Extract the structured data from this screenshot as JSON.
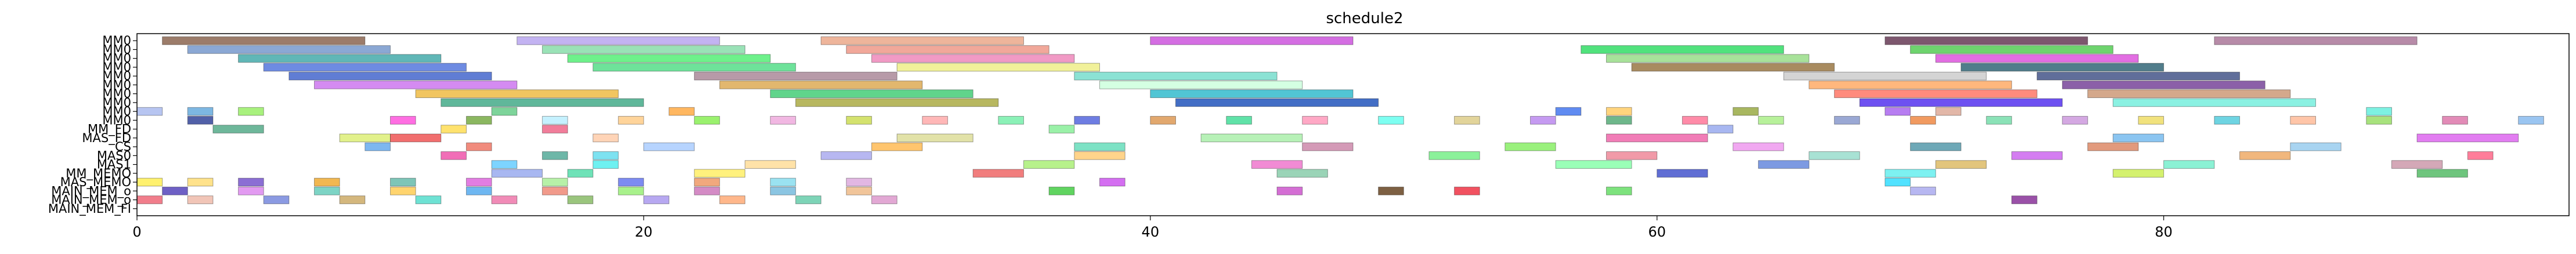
{
  "chart_data": {
    "type": "bar",
    "subtype": "gantt",
    "title": "schedule2",
    "xlabel": "",
    "ylabel": "",
    "xlim": [
      0,
      96
    ],
    "x_ticks": [
      0,
      20,
      40,
      60,
      80
    ],
    "grid": false,
    "legend": "none",
    "rows": [
      "MM0",
      "MM0",
      "MM0",
      "MM0",
      "MM0",
      "MM0",
      "MM0",
      "MM0",
      "MM0",
      "MM0",
      "MM_FD",
      "MAS_FD",
      "CS",
      "MAS0",
      "MAS1",
      "MM_MEMO",
      "MAS_MEMO",
      "MAIN_MEM_o",
      "MAIN_MEM_o",
      "MAIN_MEM_FI"
    ],
    "tasks": [
      {
        "row": 0,
        "start": 1,
        "end": 9,
        "color": "#8b6550"
      },
      {
        "row": 0,
        "start": 15,
        "end": 23,
        "color": "#b8a6f0"
      },
      {
        "row": 0,
        "start": 27,
        "end": 35,
        "color": "#eba889"
      },
      {
        "row": 0,
        "start": 40,
        "end": 48,
        "color": "#cc55dd"
      },
      {
        "row": 0,
        "start": 69,
        "end": 77,
        "color": "#663a55"
      },
      {
        "row": 0,
        "start": 82,
        "end": 90,
        "color": "#aa7799"
      },
      {
        "row": 1,
        "start": 2,
        "end": 10,
        "color": "#7799cc"
      },
      {
        "row": 1,
        "start": 16,
        "end": 24,
        "color": "#88ddaa"
      },
      {
        "row": 1,
        "start": 28,
        "end": 36,
        "color": "#ee9988"
      },
      {
        "row": 1,
        "start": 57,
        "end": 65,
        "color": "#33dd66"
      },
      {
        "row": 1,
        "start": 70,
        "end": 78,
        "color": "#55cc55"
      },
      {
        "row": 2,
        "start": 4,
        "end": 12,
        "color": "#44aaaa"
      },
      {
        "row": 2,
        "start": 17,
        "end": 25,
        "color": "#55ee77"
      },
      {
        "row": 2,
        "start": 29,
        "end": 37,
        "color": "#ee88bb"
      },
      {
        "row": 2,
        "start": 58,
        "end": 66,
        "color": "#99dd88"
      },
      {
        "row": 2,
        "start": 71,
        "end": 79,
        "color": "#dd55dd"
      },
      {
        "row": 3,
        "start": 5,
        "end": 13,
        "color": "#5577dd"
      },
      {
        "row": 3,
        "start": 18,
        "end": 26,
        "color": "#55dd88"
      },
      {
        "row": 3,
        "start": 30,
        "end": 38,
        "color": "#eeee88"
      },
      {
        "row": 3,
        "start": 59,
        "end": 67,
        "color": "#997744"
      },
      {
        "row": 3,
        "start": 72,
        "end": 80,
        "color": "#336677"
      },
      {
        "row": 4,
        "start": 6,
        "end": 14,
        "color": "#4466cc"
      },
      {
        "row": 4,
        "start": 22,
        "end": 30,
        "color": "#aa8899"
      },
      {
        "row": 4,
        "start": 37,
        "end": 45,
        "color": "#77ddcc"
      },
      {
        "row": 4,
        "start": 65,
        "end": 73,
        "color": "#cccccc"
      },
      {
        "row": 4,
        "start": 75,
        "end": 83,
        "color": "#445588"
      },
      {
        "row": 5,
        "start": 7,
        "end": 15,
        "color": "#cc77ee"
      },
      {
        "row": 5,
        "start": 23,
        "end": 31,
        "color": "#ddaa55"
      },
      {
        "row": 5,
        "start": 38,
        "end": 46,
        "color": "#ccffdd"
      },
      {
        "row": 5,
        "start": 66,
        "end": 74,
        "color": "#ffaa66"
      },
      {
        "row": 5,
        "start": 76,
        "end": 84,
        "color": "#774499"
      },
      {
        "row": 6,
        "start": 11,
        "end": 19,
        "color": "#eebb44"
      },
      {
        "row": 6,
        "start": 25,
        "end": 33,
        "color": "#44cc77"
      },
      {
        "row": 6,
        "start": 40,
        "end": 48,
        "color": "#33bbcc"
      },
      {
        "row": 6,
        "start": 67,
        "end": 75,
        "color": "#ff7766"
      },
      {
        "row": 6,
        "start": 77,
        "end": 85,
        "color": "#cc9977"
      },
      {
        "row": 7,
        "start": 12,
        "end": 20,
        "color": "#44aa88"
      },
      {
        "row": 7,
        "start": 26,
        "end": 34,
        "color": "#aaaa44"
      },
      {
        "row": 7,
        "start": 41,
        "end": 49,
        "color": "#2255bb"
      },
      {
        "row": 7,
        "start": 68,
        "end": 76,
        "color": "#5533ee"
      },
      {
        "row": 7,
        "start": 78,
        "end": 86,
        "color": "#77eedd"
      },
      {
        "row": 8,
        "start": 0,
        "end": 1,
        "color": "#aabbee"
      },
      {
        "row": 8,
        "start": 2,
        "end": 3,
        "color": "#66aadd"
      },
      {
        "row": 8,
        "start": 4,
        "end": 5,
        "color": "#99ee66"
      },
      {
        "row": 8,
        "start": 14,
        "end": 15,
        "color": "#66cc88"
      },
      {
        "row": 8,
        "start": 21,
        "end": 22,
        "color": "#ffaa44"
      },
      {
        "row": 8,
        "start": 56,
        "end": 57,
        "color": "#4477ee"
      },
      {
        "row": 8,
        "start": 58,
        "end": 59,
        "color": "#ffcc66"
      },
      {
        "row": 8,
        "start": 63,
        "end": 64,
        "color": "#99aa44"
      },
      {
        "row": 8,
        "start": 69,
        "end": 70,
        "color": "#aa66ee"
      },
      {
        "row": 8,
        "start": 71,
        "end": 72,
        "color": "#ddaa99"
      },
      {
        "row": 8,
        "start": 88,
        "end": 89,
        "color": "#66eedd"
      },
      {
        "row": 9,
        "start": 2,
        "end": 3,
        "color": "#334499"
      },
      {
        "row": 9,
        "start": 10,
        "end": 11,
        "color": "#ff55dd"
      },
      {
        "row": 9,
        "start": 13,
        "end": 14,
        "color": "#77aa44"
      },
      {
        "row": 9,
        "start": 16,
        "end": 17,
        "color": "#bbeeff"
      },
      {
        "row": 9,
        "start": 19,
        "end": 20,
        "color": "#ffcc88"
      },
      {
        "row": 9,
        "start": 22,
        "end": 23,
        "color": "#88ee55"
      },
      {
        "row": 9,
        "start": 25,
        "end": 26,
        "color": "#eeaadd"
      },
      {
        "row": 9,
        "start": 28,
        "end": 29,
        "color": "#ccdd55"
      },
      {
        "row": 9,
        "start": 31,
        "end": 32,
        "color": "#ffaaaa"
      },
      {
        "row": 9,
        "start": 34,
        "end": 35,
        "color": "#77eeaa"
      },
      {
        "row": 9,
        "start": 37,
        "end": 38,
        "color": "#5566dd"
      },
      {
        "row": 9,
        "start": 40,
        "end": 41,
        "color": "#dd9955"
      },
      {
        "row": 9,
        "start": 43,
        "end": 44,
        "color": "#44dd99"
      },
      {
        "row": 9,
        "start": 46,
        "end": 47,
        "color": "#ff99bb"
      },
      {
        "row": 9,
        "start": 49,
        "end": 50,
        "color": "#66ffee"
      },
      {
        "row": 9,
        "start": 52,
        "end": 53,
        "color": "#ddcc88"
      },
      {
        "row": 9,
        "start": 55,
        "end": 56,
        "color": "#bb88ee"
      },
      {
        "row": 9,
        "start": 58,
        "end": 59,
        "color": "#55aa77"
      },
      {
        "row": 9,
        "start": 61,
        "end": 62,
        "color": "#ff7799"
      },
      {
        "row": 9,
        "start": 64,
        "end": 65,
        "color": "#aaee88"
      },
      {
        "row": 9,
        "start": 67,
        "end": 68,
        "color": "#8899cc"
      },
      {
        "row": 9,
        "start": 70,
        "end": 71,
        "color": "#ee8844"
      },
      {
        "row": 9,
        "start": 73,
        "end": 74,
        "color": "#77ddaa"
      },
      {
        "row": 9,
        "start": 76,
        "end": 77,
        "color": "#cc99dd"
      },
      {
        "row": 9,
        "start": 79,
        "end": 80,
        "color": "#eedd66"
      },
      {
        "row": 9,
        "start": 82,
        "end": 83,
        "color": "#55ccdd"
      },
      {
        "row": 9,
        "start": 85,
        "end": 86,
        "color": "#ffbb99"
      },
      {
        "row": 9,
        "start": 88,
        "end": 89,
        "color": "#99dd66"
      },
      {
        "row": 9,
        "start": 91,
        "end": 92,
        "color": "#dd77aa"
      },
      {
        "row": 9,
        "start": 94,
        "end": 95,
        "color": "#88bbee"
      },
      {
        "row": 10,
        "start": 3,
        "end": 5,
        "color": "#55aa88"
      },
      {
        "row": 10,
        "start": 12,
        "end": 13,
        "color": "#ffdd55"
      },
      {
        "row": 10,
        "start": 16,
        "end": 17,
        "color": "#ee6688"
      },
      {
        "row": 10,
        "start": 36,
        "end": 37,
        "color": "#88ee99"
      },
      {
        "row": 10,
        "start": 62,
        "end": 63,
        "color": "#99aaee"
      },
      {
        "row": 11,
        "start": 8,
        "end": 10,
        "color": "#ddee77"
      },
      {
        "row": 11,
        "start": 10,
        "end": 12,
        "color": "#ee5555"
      },
      {
        "row": 11,
        "start": 18,
        "end": 19,
        "color": "#ffccaa"
      },
      {
        "row": 11,
        "start": 30,
        "end": 33,
        "color": "#dddd99"
      },
      {
        "row": 11,
        "start": 42,
        "end": 46,
        "color": "#aaeeaa"
      },
      {
        "row": 11,
        "start": 58,
        "end": 62,
        "color": "#ee66aa"
      },
      {
        "row": 11,
        "start": 78,
        "end": 80,
        "color": "#77bbee"
      },
      {
        "row": 11,
        "start": 90,
        "end": 94,
        "color": "#dd66ee"
      },
      {
        "row": 12,
        "start": 9,
        "end": 10,
        "color": "#66aaee"
      },
      {
        "row": 12,
        "start": 13,
        "end": 14,
        "color": "#ee7766"
      },
      {
        "row": 12,
        "start": 20,
        "end": 22,
        "color": "#aaccff"
      },
      {
        "row": 12,
        "start": 29,
        "end": 31,
        "color": "#ffbb55"
      },
      {
        "row": 12,
        "start": 37,
        "end": 39,
        "color": "#66ddbb"
      },
      {
        "row": 12,
        "start": 46,
        "end": 48,
        "color": "#cc88aa"
      },
      {
        "row": 12,
        "start": 54,
        "end": 56,
        "color": "#88ee66"
      },
      {
        "row": 12,
        "start": 63,
        "end": 65,
        "color": "#ee99ee"
      },
      {
        "row": 12,
        "start": 70,
        "end": 72,
        "color": "#5599aa"
      },
      {
        "row": 12,
        "start": 77,
        "end": 79,
        "color": "#dd8866"
      },
      {
        "row": 12,
        "start": 85,
        "end": 87,
        "color": "#99ccee"
      },
      {
        "row": 13,
        "start": 12,
        "end": 13,
        "color": "#ee55aa"
      },
      {
        "row": 13,
        "start": 16,
        "end": 17,
        "color": "#55aa99"
      },
      {
        "row": 13,
        "start": 18,
        "end": 19,
        "color": "#66ddee"
      },
      {
        "row": 13,
        "start": 27,
        "end": 29,
        "color": "#aaaaee"
      },
      {
        "row": 13,
        "start": 37,
        "end": 39,
        "color": "#ffcc77"
      },
      {
        "row": 13,
        "start": 51,
        "end": 53,
        "color": "#77ee88"
      },
      {
        "row": 13,
        "start": 58,
        "end": 60,
        "color": "#ee8899"
      },
      {
        "row": 13,
        "start": 66,
        "end": 68,
        "color": "#99ddcc"
      },
      {
        "row": 13,
        "start": 74,
        "end": 76,
        "color": "#cc66ee"
      },
      {
        "row": 13,
        "start": 83,
        "end": 85,
        "color": "#eeaa66"
      },
      {
        "row": 13,
        "start": 92,
        "end": 93,
        "color": "#ff6688"
      },
      {
        "row": 14,
        "start": 14,
        "end": 15,
        "color": "#66ccff"
      },
      {
        "row": 14,
        "start": 18,
        "end": 19,
        "color": "#55eeee"
      },
      {
        "row": 14,
        "start": 24,
        "end": 26,
        "color": "#ffdd99"
      },
      {
        "row": 14,
        "start": 35,
        "end": 37,
        "color": "#aaee77"
      },
      {
        "row": 14,
        "start": 44,
        "end": 46,
        "color": "#ee77cc"
      },
      {
        "row": 14,
        "start": 56,
        "end": 59,
        "color": "#88ffaa"
      },
      {
        "row": 14,
        "start": 64,
        "end": 66,
        "color": "#6688dd"
      },
      {
        "row": 14,
        "start": 71,
        "end": 73,
        "color": "#ddbb66"
      },
      {
        "row": 14,
        "start": 80,
        "end": 82,
        "color": "#77eecc"
      },
      {
        "row": 14,
        "start": 89,
        "end": 91,
        "color": "#cc99aa"
      },
      {
        "row": 15,
        "start": 14,
        "end": 16,
        "color": "#99aaee"
      },
      {
        "row": 15,
        "start": 17,
        "end": 18,
        "color": "#55ddaa"
      },
      {
        "row": 15,
        "start": 22,
        "end": 24,
        "color": "#ffee66"
      },
      {
        "row": 15,
        "start": 33,
        "end": 35,
        "color": "#ee6666"
      },
      {
        "row": 15,
        "start": 45,
        "end": 47,
        "color": "#88ccaa"
      },
      {
        "row": 15,
        "start": 60,
        "end": 62,
        "color": "#4455cc"
      },
      {
        "row": 15,
        "start": 69,
        "end": 71,
        "color": "#66eeee"
      },
      {
        "row": 15,
        "start": 78,
        "end": 80,
        "color": "#ccee55"
      },
      {
        "row": 15,
        "start": 90,
        "end": 92,
        "color": "#55bb66"
      },
      {
        "row": 16,
        "start": 0,
        "end": 1,
        "color": "#ffee55"
      },
      {
        "row": 16,
        "start": 2,
        "end": 3,
        "color": "#ffdd77"
      },
      {
        "row": 16,
        "start": 4,
        "end": 5,
        "color": "#7755cc"
      },
      {
        "row": 16,
        "start": 7,
        "end": 8,
        "color": "#eeaa33"
      },
      {
        "row": 16,
        "start": 10,
        "end": 11,
        "color": "#66bbaa"
      },
      {
        "row": 16,
        "start": 13,
        "end": 14,
        "color": "#dd66dd"
      },
      {
        "row": 16,
        "start": 16,
        "end": 17,
        "color": "#aaee99"
      },
      {
        "row": 16,
        "start": 19,
        "end": 20,
        "color": "#6677ee"
      },
      {
        "row": 16,
        "start": 22,
        "end": 23,
        "color": "#ee9966"
      },
      {
        "row": 16,
        "start": 25,
        "end": 26,
        "color": "#88ddee"
      },
      {
        "row": 16,
        "start": 28,
        "end": 29,
        "color": "#ddaadd"
      },
      {
        "row": 16,
        "start": 38,
        "end": 39,
        "color": "#cc55ee"
      },
      {
        "row": 16,
        "start": 69,
        "end": 70,
        "color": "#33ddff"
      },
      {
        "row": 17,
        "start": 1,
        "end": 2,
        "color": "#5544bb"
      },
      {
        "row": 17,
        "start": 4,
        "end": 5,
        "color": "#dd88ee"
      },
      {
        "row": 17,
        "start": 7,
        "end": 8,
        "color": "#66ccbb"
      },
      {
        "row": 17,
        "start": 10,
        "end": 11,
        "color": "#ffcc55"
      },
      {
        "row": 17,
        "start": 13,
        "end": 14,
        "color": "#55aaee"
      },
      {
        "row": 17,
        "start": 16,
        "end": 17,
        "color": "#ee8877"
      },
      {
        "row": 17,
        "start": 19,
        "end": 20,
        "color": "#99ee77"
      },
      {
        "row": 17,
        "start": 22,
        "end": 23,
        "color": "#cc77bb"
      },
      {
        "row": 17,
        "start": 25,
        "end": 26,
        "color": "#77bbdd"
      },
      {
        "row": 17,
        "start": 28,
        "end": 29,
        "color": "#eebb88"
      },
      {
        "row": 17,
        "start": 36,
        "end": 37,
        "color": "#44cc44"
      },
      {
        "row": 17,
        "start": 45,
        "end": 46,
        "color": "#cc55cc"
      },
      {
        "row": 17,
        "start": 49,
        "end": 50,
        "color": "#664422"
      },
      {
        "row": 17,
        "start": 52,
        "end": 53,
        "color": "#ee3344"
      },
      {
        "row": 17,
        "start": 58,
        "end": 59,
        "color": "#66dd66"
      },
      {
        "row": 17,
        "start": 70,
        "end": 71,
        "color": "#aaaaee"
      },
      {
        "row": 18,
        "start": 0,
        "end": 1,
        "color": "#ee6677"
      },
      {
        "row": 18,
        "start": 2,
        "end": 3,
        "color": "#eebbaa"
      },
      {
        "row": 18,
        "start": 5,
        "end": 6,
        "color": "#7788dd"
      },
      {
        "row": 18,
        "start": 8,
        "end": 9,
        "color": "#ccaa66"
      },
      {
        "row": 18,
        "start": 11,
        "end": 12,
        "color": "#55ddcc"
      },
      {
        "row": 18,
        "start": 14,
        "end": 15,
        "color": "#ee77aa"
      },
      {
        "row": 18,
        "start": 17,
        "end": 18,
        "color": "#88bb66"
      },
      {
        "row": 18,
        "start": 20,
        "end": 21,
        "color": "#aa99ee"
      },
      {
        "row": 18,
        "start": 23,
        "end": 24,
        "color": "#ffaa77"
      },
      {
        "row": 18,
        "start": 26,
        "end": 27,
        "color": "#66ccaa"
      },
      {
        "row": 18,
        "start": 29,
        "end": 30,
        "color": "#dd99cc"
      },
      {
        "row": 18,
        "start": 74,
        "end": 75,
        "color": "#883399"
      }
    ]
  }
}
